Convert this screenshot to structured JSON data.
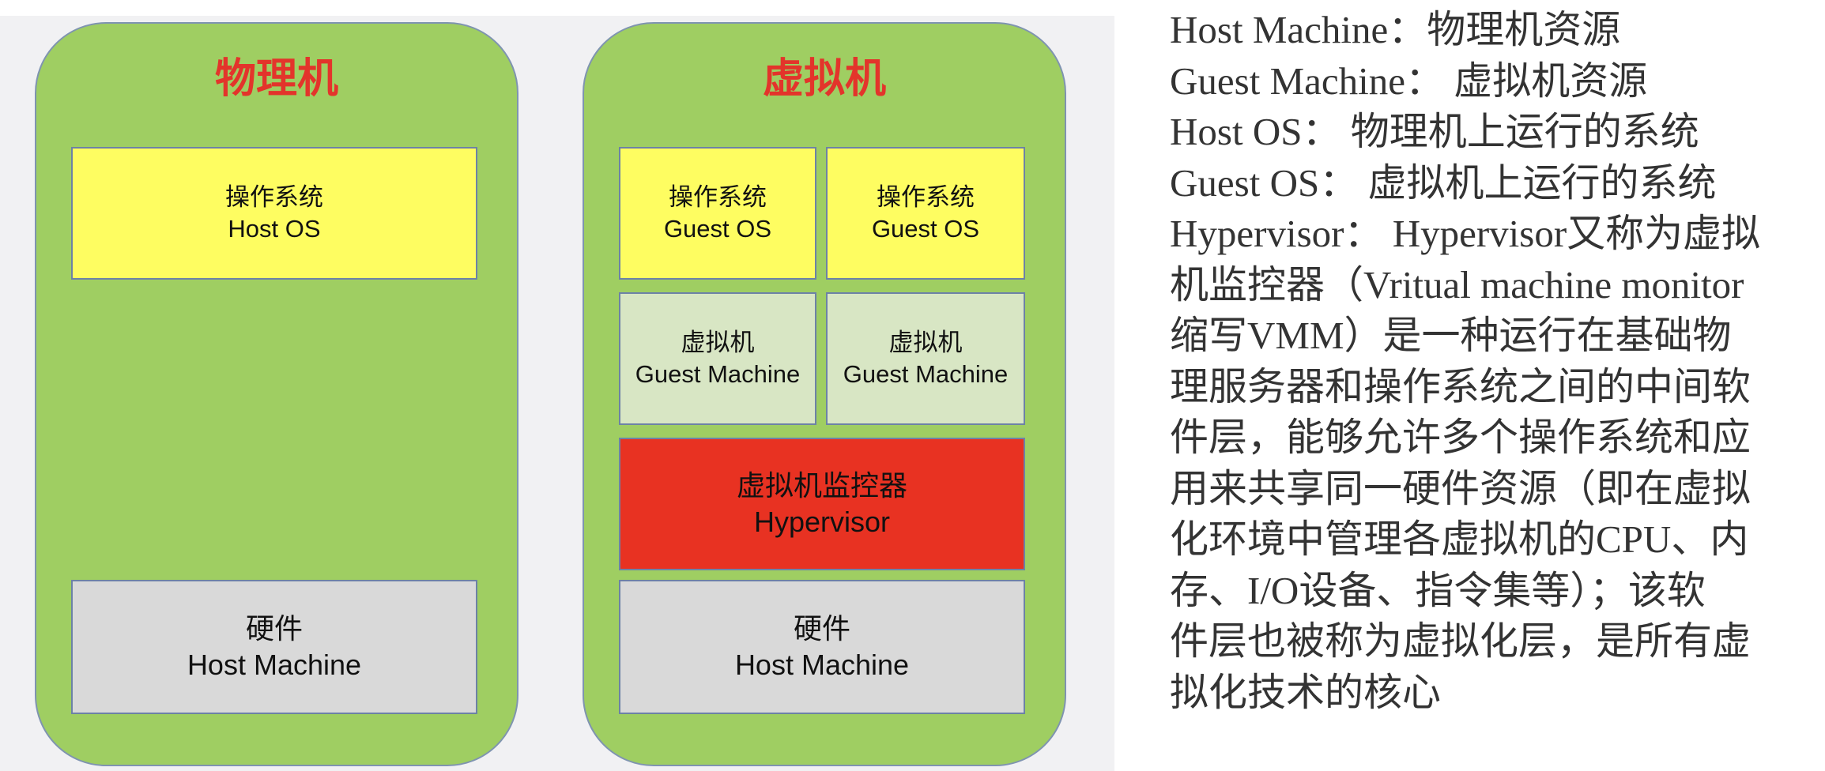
{
  "colors": {
    "machine_fill": "#9fce62",
    "title_red": "#e3342b",
    "os_yellow": "#fefd61",
    "guest_machine_light": "#d8e6c4",
    "hypervisor_red": "#e83222",
    "hardware_gray": "#d9d9d9",
    "border_blue": "#6d82a6"
  },
  "physical": {
    "title": "物理机",
    "os": {
      "cn": "操作系统",
      "en": "Host OS"
    },
    "hardware": {
      "cn": "硬件",
      "en": "Host Machine"
    }
  },
  "virtual": {
    "title": "虚拟机",
    "guest_os_left": {
      "cn": "操作系统",
      "en": "Guest OS"
    },
    "guest_os_right": {
      "cn": "操作系统",
      "en": "Guest OS"
    },
    "guest_machine_left": {
      "cn": "虚拟机",
      "en": "Guest Machine"
    },
    "guest_machine_right": {
      "cn": "虚拟机",
      "en": "Guest Machine"
    },
    "hypervisor": {
      "cn": "虚拟机监控器",
      "en": "Hypervisor"
    },
    "hardware": {
      "cn": "硬件",
      "en": "Host Machine"
    }
  },
  "explanation": {
    "lines": [
      "Host Machine：物理机资源",
      "Guest Machine： 虚拟机资源",
      "Host OS： 物理机上运行的系统",
      "Guest OS： 虚拟机上运行的系统",
      "Hypervisor： Hypervisor又称为虚拟",
      "机监控器（Vritual machine monitor",
      "缩写VMM）是一种运行在基础物",
      "理服务器和操作系统之间的中间软",
      "件层，能够允许多个操作系统和应",
      "用来共享同一硬件资源（即在虚拟",
      "化环境中管理各虚拟机的CPU、内",
      "存、I/O设备、指令集等）；该软",
      "件层也被称为虚拟化层，是所有虚",
      "拟化技术的核心"
    ]
  }
}
